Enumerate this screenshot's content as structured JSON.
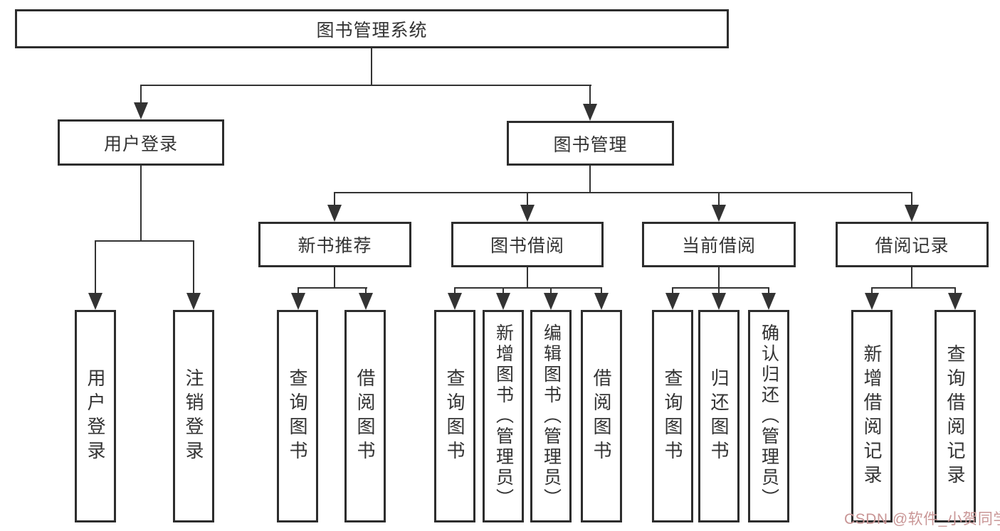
{
  "tree": {
    "root": {
      "label": "图书管理系统"
    },
    "branches": [
      {
        "label": "用户登录",
        "leaves": [
          "用户登录",
          "注销登录"
        ]
      },
      {
        "label": "图书管理",
        "groups": [
          {
            "label": "新书推荐",
            "leaves": [
              "查询图书",
              "借阅图书"
            ]
          },
          {
            "label": "图书借阅",
            "leaves": [
              "查询图书",
              "新增图书（管理员）",
              "编辑图书（管理员）",
              "借阅图书"
            ]
          },
          {
            "label": "当前借阅",
            "leaves": [
              "查询图书",
              "归还图书",
              "确认归还（管理员）"
            ]
          },
          {
            "label": "借阅记录",
            "leaves": [
              "新增借阅记录",
              "查询借阅记录"
            ]
          }
        ]
      }
    ]
  },
  "watermark": {
    "text": "CSDN @软件_小贺同学",
    "color": "#c99696"
  },
  "colors": {
    "line": "#333333",
    "box_border": "#2d2d2d",
    "box_fill": "#ffffff",
    "text": "#333333",
    "background": "#ffffff"
  }
}
